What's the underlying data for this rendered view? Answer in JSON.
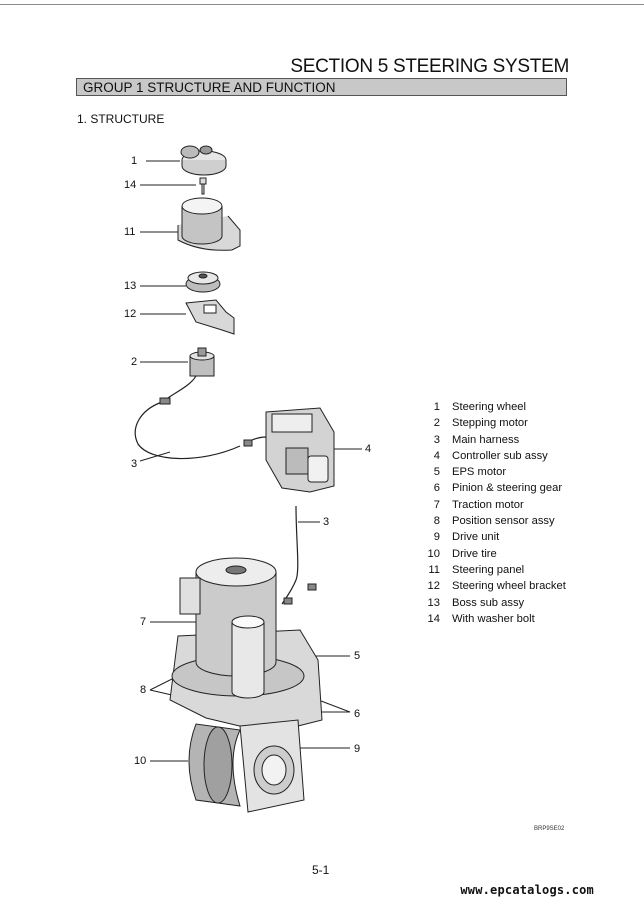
{
  "header": {
    "section_title": "SECTION  5  STEERING SYSTEM"
  },
  "group": {
    "title": "GROUP  1  STRUCTURE AND FUNCTION"
  },
  "subheading": "1. STRUCTURE",
  "callouts": [
    "1",
    "14",
    "11",
    "13",
    "12",
    "2",
    "3",
    "4",
    "3",
    "7",
    "5",
    "8",
    "6",
    "9",
    "10"
  ],
  "legend": [
    {
      "num": "1",
      "label": "Steering wheel"
    },
    {
      "num": "2",
      "label": "Stepping motor"
    },
    {
      "num": "3",
      "label": "Main harness"
    },
    {
      "num": "4",
      "label": "Controller sub assy"
    },
    {
      "num": "5",
      "label": "EPS motor"
    },
    {
      "num": "6",
      "label": "Pinion & steering gear"
    },
    {
      "num": "7",
      "label": "Traction motor"
    },
    {
      "num": "8",
      "label": "Position sensor assy"
    },
    {
      "num": "9",
      "label": "Drive unit"
    },
    {
      "num": "10",
      "label": "Drive tire"
    },
    {
      "num": "11",
      "label": "Steering panel"
    },
    {
      "num": "12",
      "label": "Steering wheel bracket"
    },
    {
      "num": "13",
      "label": "Boss sub assy"
    },
    {
      "num": "14",
      "label": "With washer bolt"
    }
  ],
  "figure_code": "BRP9SE02",
  "page_number": "5-1",
  "watermark": "www.epcatalogs.com"
}
